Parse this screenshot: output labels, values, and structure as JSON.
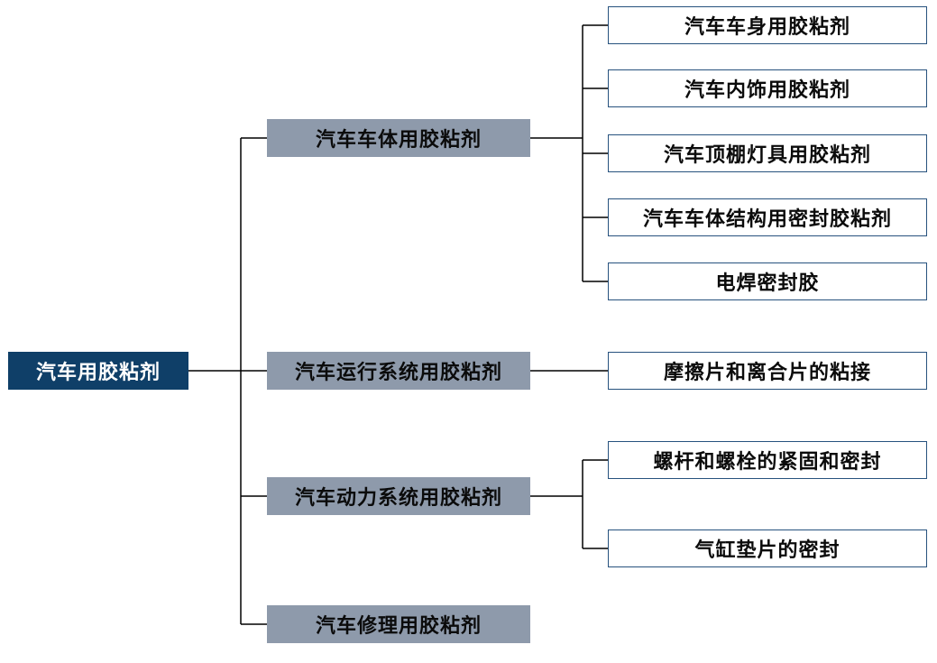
{
  "root": {
    "label": "汽车用胶粘剂"
  },
  "categories": [
    {
      "label": "汽车车体用胶粘剂",
      "items": [
        "汽车车身用胶粘剂",
        "汽车内饰用胶粘剂",
        "汽车顶棚灯具用胶粘剂",
        "汽车车体结构用密封胶粘剂",
        "电焊密封胶"
      ]
    },
    {
      "label": "汽车运行系统用胶粘剂",
      "items": [
        "摩擦片和离合片的粘接"
      ]
    },
    {
      "label": "汽车动力系统用胶粘剂",
      "items": [
        "螺杆和螺栓的紧固和密封",
        "气缸垫片的密封"
      ]
    },
    {
      "label": "汽车修理用胶粘剂",
      "items": []
    }
  ],
  "colors": {
    "root_fill": "#0f3f68",
    "category_fill": "#8e9aab",
    "leaf_border": "#27527e"
  }
}
